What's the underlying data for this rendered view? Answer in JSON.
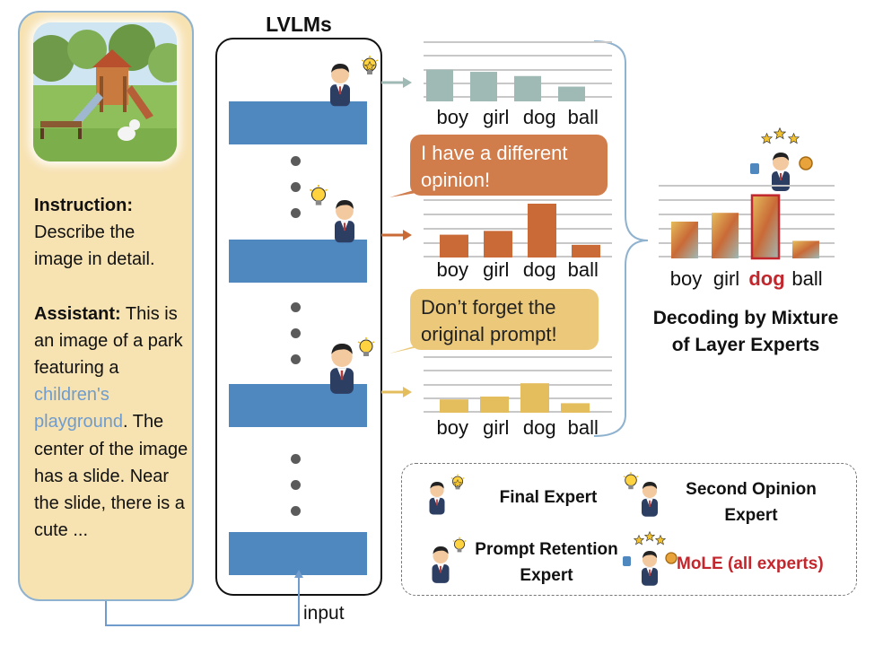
{
  "prompt": {
    "instruction_label": "Instruction:",
    "instruction_text": "Describe the image in detail.",
    "assistant_label": "Assistant:",
    "assistant_text_1": "This is an image of a park featuring a",
    "assistant_highlight": "children's playground",
    "assistant_text_2": ". The center of the image has a slide. Near the slide, there is a cute ..."
  },
  "lvlm": {
    "title": "LVLMs",
    "input_label": "input"
  },
  "speech": {
    "second_opinion": "I have a different opinion!",
    "prompt_retention": "Don’t forget the original prompt!"
  },
  "mole": {
    "caption": "Decoding by Mixture of Layer Experts"
  },
  "legend": {
    "final": "Final Expert",
    "second": "Second Opinion Expert",
    "prompt": "Prompt Retention Expert",
    "mole": "MoLE (all experts)"
  },
  "colors": {
    "final": "#9fb9b5",
    "second": "#c96a37",
    "prompt": "#e4bd5c",
    "layer": "#4f87bf",
    "highlight": "#c1272d",
    "link": "#6f9ccc"
  },
  "chart_data": [
    {
      "type": "bar",
      "name": "Final Expert",
      "categories": [
        "boy",
        "girl",
        "dog",
        "ball"
      ],
      "values": [
        0.6,
        0.56,
        0.48,
        0.28
      ]
    },
    {
      "type": "bar",
      "name": "Second Opinion Expert",
      "categories": [
        "boy",
        "girl",
        "dog",
        "ball"
      ],
      "values": [
        0.36,
        0.42,
        0.85,
        0.2
      ]
    },
    {
      "type": "bar",
      "name": "Prompt Retention Expert",
      "categories": [
        "boy",
        "girl",
        "dog",
        "ball"
      ],
      "values": [
        0.28,
        0.34,
        0.62,
        0.2
      ]
    },
    {
      "type": "bar",
      "name": "MoLE (all experts)",
      "categories": [
        "boy",
        "girl",
        "dog",
        "ball"
      ],
      "values": [
        0.42,
        0.52,
        0.72,
        0.2
      ],
      "highlighted_category": "dog"
    }
  ]
}
